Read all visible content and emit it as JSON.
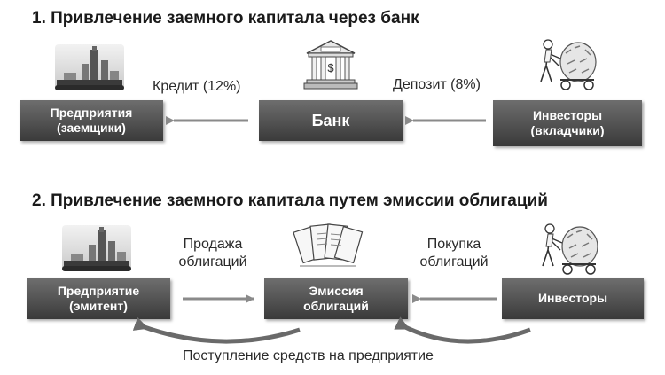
{
  "section1": {
    "title": "1. Привлечение заемного капитала через банк",
    "enterprise_line1": "Предприятия",
    "enterprise_line2": "(заемщики)",
    "bank": "Банк",
    "investors_line1": "Инвесторы",
    "investors_line2": "(вкладчики)",
    "credit_label": "Кредит (12%)",
    "deposit_label": "Депозит (8%)"
  },
  "section2": {
    "title": "2. Привлечение заемного капитала путем эмиссии облигаций",
    "enterprise_line1": "Предприятие",
    "enterprise_line2": "(эмитент)",
    "emission_line1": "Эмиссия",
    "emission_line2": "облигаций",
    "investors": "Инвесторы",
    "sale_line1": "Продажа",
    "sale_line2": "облигаций",
    "purchase_line1": "Покупка",
    "purchase_line2": "облигаций",
    "inflow_label": "Поступление средств на предприятие"
  },
  "colors": {
    "box_top": "#6e6e6e",
    "box_bottom": "#3a3a3a",
    "arrow": "#8a8a8a"
  },
  "icons": [
    "city-skyline-icon",
    "bank-building-icon",
    "investor-with-money-icon",
    "bond-certificates-icon"
  ]
}
